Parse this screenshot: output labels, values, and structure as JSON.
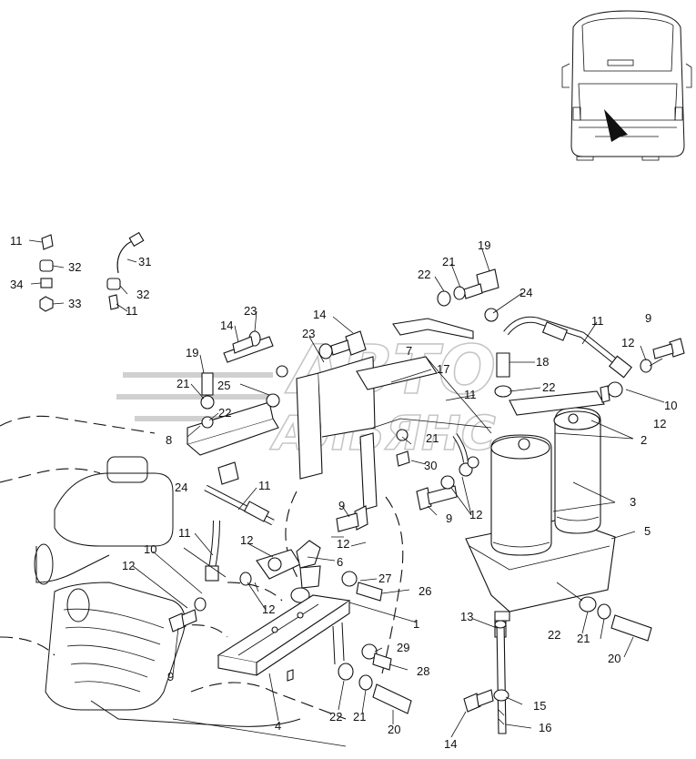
{
  "watermark": {
    "line1": "АВТО",
    "line2": "АЛЬЯНС"
  },
  "callouts": [
    "1",
    "2",
    "3",
    "4",
    "5",
    "6",
    "7",
    "8",
    "9",
    "10",
    "11",
    "12",
    "13",
    "14",
    "15",
    "16",
    "17",
    "18",
    "19",
    "20",
    "21",
    "22",
    "23",
    "24",
    "25",
    "26",
    "27",
    "28",
    "29",
    "30",
    "31",
    "32",
    "33",
    "34"
  ],
  "icons": {
    "locator": "bus-rear-view-icon",
    "pointer": "location-arrow-icon"
  }
}
